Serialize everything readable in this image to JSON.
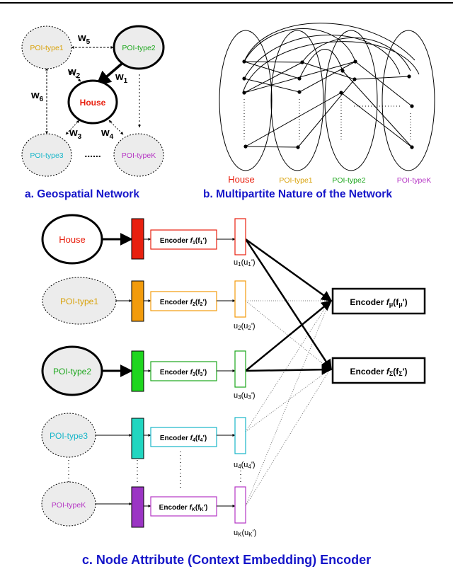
{
  "colors": {
    "house": "#e8200f",
    "poi1": "#d9a20a",
    "poi2": "#1ca61c",
    "poi3": "#18b6c9",
    "poik": "#b535c4",
    "caption": "#1515c9"
  },
  "panel_a": {
    "caption": "a. Geospatial Network",
    "nodes": {
      "house": "House",
      "poi1": "POI-type1",
      "poi2": "POI-type2",
      "poi3": "POI-type3",
      "poik": "POI-typeK"
    },
    "weights": {
      "w1": {
        "base": "w",
        "sub": "1"
      },
      "w2": {
        "base": "w",
        "sub": "2"
      },
      "w3": {
        "base": "w",
        "sub": "3"
      },
      "w4": {
        "base": "w",
        "sub": "4"
      },
      "w5": {
        "base": "w",
        "sub": "5"
      },
      "w6": {
        "base": "w",
        "sub": "6"
      }
    },
    "ellipsis": "......"
  },
  "panel_b": {
    "caption": "b. Multipartite Nature of the Network",
    "partitions": [
      "House",
      "POI-type1",
      "POI-type2",
      "POI-typeK"
    ]
  },
  "panel_c": {
    "caption": "c. Node Attribute (Context Embedding) Encoder",
    "inputs": [
      "House",
      "POI-type1",
      "POI-type2",
      "POI-type3",
      "POI-typeK"
    ],
    "encoders": [
      {
        "pre": "Encoder ",
        "f": "f",
        "sub": "1",
        "mid": "(f",
        "sub2": "1",
        "post": "')"
      },
      {
        "pre": "Encoder ",
        "f": "f",
        "sub": "2",
        "mid": "(f",
        "sub2": "2",
        "post": "')"
      },
      {
        "pre": "Encoder ",
        "f": "f",
        "sub": "3",
        "mid": "(f",
        "sub2": "3",
        "post": "')"
      },
      {
        "pre": "Encoder ",
        "f": "f",
        "sub": "4",
        "mid": "(f",
        "sub2": "4",
        "post": "')"
      },
      {
        "pre": "Encoder ",
        "f": "f",
        "sub": "K",
        "mid": "(f",
        "sub2": "K",
        "post": "')"
      }
    ],
    "outputs": [
      {
        "u": "u",
        "sub": "1",
        "mid": "(u",
        "sub2": "1",
        "post": "')"
      },
      {
        "u": "u",
        "sub": "2",
        "mid": "(u",
        "sub2": "2",
        "post": "')"
      },
      {
        "u": "u",
        "sub": "3",
        "mid": "(u",
        "sub2": "3",
        "post": "')"
      },
      {
        "u": "u",
        "sub": "4",
        "mid": "(u",
        "sub2": "4",
        "post": "')"
      },
      {
        "u": "u",
        "sub": "K",
        "mid": "(u",
        "sub2": "K",
        "post": "')"
      }
    ],
    "mu_encoder": {
      "pre": "Encoder ",
      "f": "f",
      "sub": "μ",
      "mid": "(f",
      "sub2": "μ",
      "post": "')"
    },
    "sigma_encoder": {
      "pre": "Encoder ",
      "f": "f",
      "sub": "Σ",
      "mid": "(f",
      "sub2": "Σ",
      "post": "')"
    }
  }
}
